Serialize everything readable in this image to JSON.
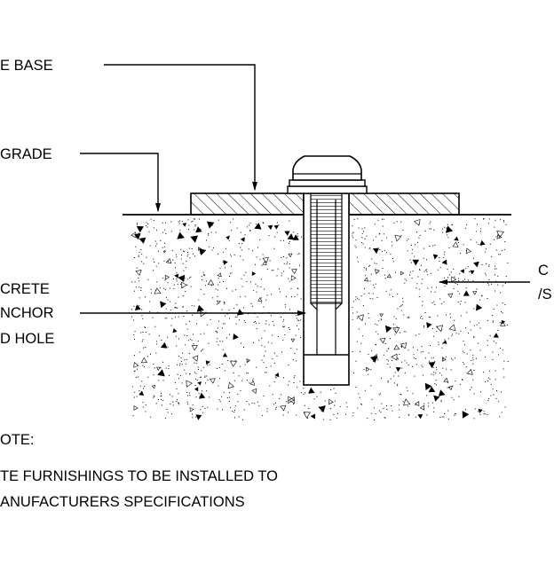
{
  "labels": {
    "base": "E BASE",
    "grade": "GRADE",
    "concrete_line1": "CRETE",
    "concrete_line2": "NCHOR",
    "concrete_line3": "D HOLE",
    "right_line1": "C",
    "right_line2": "/S"
  },
  "note": {
    "heading": "OTE:",
    "line1": "TE FURNISHINGS TO BE INSTALLED TO",
    "line2": "ANUFACTURERS SPECIFICATIONS"
  }
}
